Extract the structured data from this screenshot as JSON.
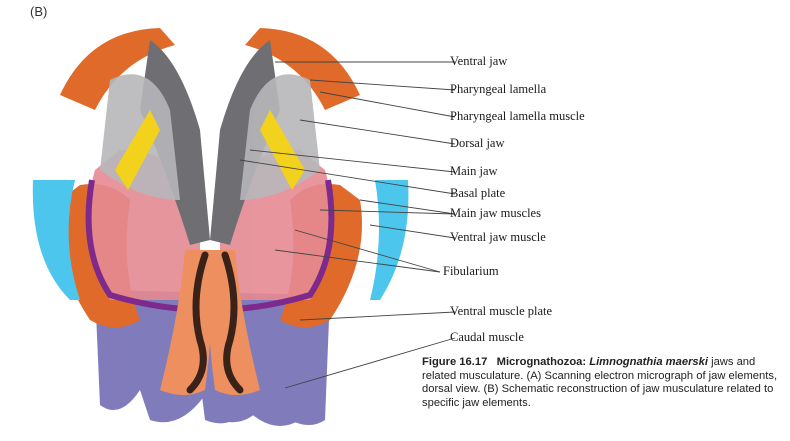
{
  "panel_label": "(B)",
  "labels": {
    "ventral_jaw": "Ventral jaw",
    "pharyngeal_lamella": "Pharyngeal lamella",
    "pharyngeal_lamella_muscle": "Pharyngeal lamella muscle",
    "dorsal_jaw": "Dorsal jaw",
    "main_jaw": "Main jaw",
    "basal_plate": "Basal plate",
    "main_jaw_muscles": "Main jaw muscles",
    "ventral_jaw_muscle": "Ventral jaw muscle",
    "fibularium": "Fibularium",
    "ventral_muscle_plate": "Ventral muscle plate",
    "caudal_muscle": "Caudal muscle"
  },
  "caption": {
    "number": "Figure 16.17",
    "prefix": "Micrognathozoa:",
    "species": "Limnognathia maerski",
    "text": "jaws and related musculature. (A) Scanning electron micrograph of jaw elements, dorsal view. (B) Schematic reconstruction of jaw musculature related to specific jaw elements."
  },
  "colors": {
    "caudal_muscle": "#7a74b8",
    "ventral_muscle_plate": "#ee8f60",
    "fibularium": "#e58a92",
    "main_jaw_muscle": "#e06a2a",
    "ventral_jaw_muscle": "#4cc6ec",
    "dorsal_jaw": "#f2d21c",
    "jaw_gray": "#6f6f73",
    "light_gray": "#b7b7ba",
    "purple_band": "#7d2a8c",
    "dark_brown": "#3a2218"
  }
}
